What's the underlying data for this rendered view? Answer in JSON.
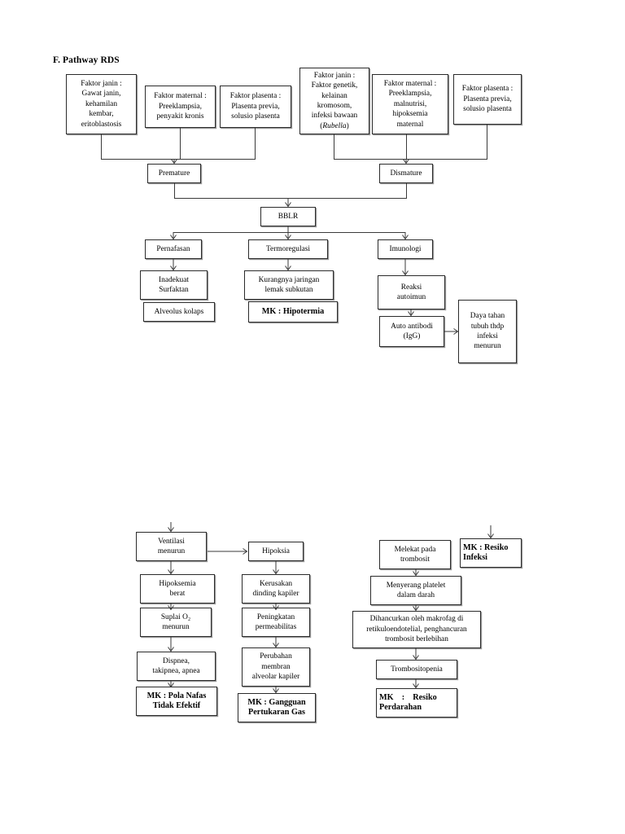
{
  "document": {
    "title": "F. Pathway RDS"
  },
  "nodes": {
    "n1": {
      "label": "Faktor janin :\nGawat janin,\nkehamilan\nkembar,\neritoblastosis"
    },
    "n2": {
      "label": "Faktor maternal :\nPreeklampsia,\npenyakit kronis"
    },
    "n3": {
      "label": "Faktor plasenta :\nPlasenta  previa,\nsolusio plasenta"
    },
    "n4": {
      "label": "Faktor janin :\nFaktor genetik,\nkelainan\nkromosom,\ninfeksi bawaan\n(Rubella)",
      "italic_part": "Rubella"
    },
    "n5": {
      "label": "Faktor maternal :\nPreeklampsia,\nmalnutrisi,\nhipoksemia\nmaternal"
    },
    "n6": {
      "label": "Faktor plasenta :\nPlasenta  previa,\nsolusio plasenta"
    },
    "premature": {
      "label": "Premature"
    },
    "dismature": {
      "label": "Dismature"
    },
    "bblr": {
      "label": "BBLR"
    },
    "pernafasan": {
      "label": "Pernafasan"
    },
    "termoregulasi": {
      "label": "Termoregulasi"
    },
    "imunologi": {
      "label": "Imunologi"
    },
    "inadekuat": {
      "label": "Inadekuat\nSurfaktan"
    },
    "alveolus": {
      "label": "Alveolus kolaps"
    },
    "kurangnya": {
      "label": "Kurangnya jaringan\nlemak subkutan"
    },
    "hipotermia": {
      "label": "MK : Hipotermia"
    },
    "reaksi": {
      "label": "Reaksi\nautoimun"
    },
    "autoantibodi": {
      "label": "Auto antibodi\n(IgG)"
    },
    "dayatahan": {
      "label": "Daya tahan\ntubuh thdp\ninfeksi\nmenurun"
    },
    "ventilasi": {
      "label": "Ventilasi\nmenurun"
    },
    "hipoksia": {
      "label": "Hipoksia"
    },
    "hipoksemia": {
      "label": "Hipoksemia\nberat"
    },
    "suplai": {
      "label": "Suplai O₂\nmenurun"
    },
    "kerusakan": {
      "label": "Kerusakan\ndinding kapiler"
    },
    "peningkatan": {
      "label": "Peningkatan\npermeabilitas"
    },
    "dispnea": {
      "label": "Dispnea,\ntakipnea, apnea"
    },
    "perubahan": {
      "label": "Perubahan\nmembran\nalveolar kapiler"
    },
    "polanafas": {
      "label": "MK : Pola  Nafas\nTidak Efektif"
    },
    "pertukaran": {
      "label": "MK : Gangguan\nPertukaran Gas"
    },
    "melekat": {
      "label": "Melekat pada\ntrombosit"
    },
    "resikoinfeksi": {
      "label": "MK : Resiko\nInfeksi"
    },
    "menyerang": {
      "label": "Menyerang platelet\ndalam darah"
    },
    "dihancurkan": {
      "label": "Dihancurkan oleh makrofag di\nretikuloendotelial, penghancuran\ntrombosit berlebihan"
    },
    "trombositopenia": {
      "label": "Trombositopenia"
    },
    "perdarahan": {
      "label": "MK    :    Resiko\nPerdarahan"
    }
  },
  "colors": {
    "stroke": "#2b2b2b",
    "line": "#3a3a3a",
    "shadow": "#9a9a9a",
    "background": "#ffffff"
  }
}
